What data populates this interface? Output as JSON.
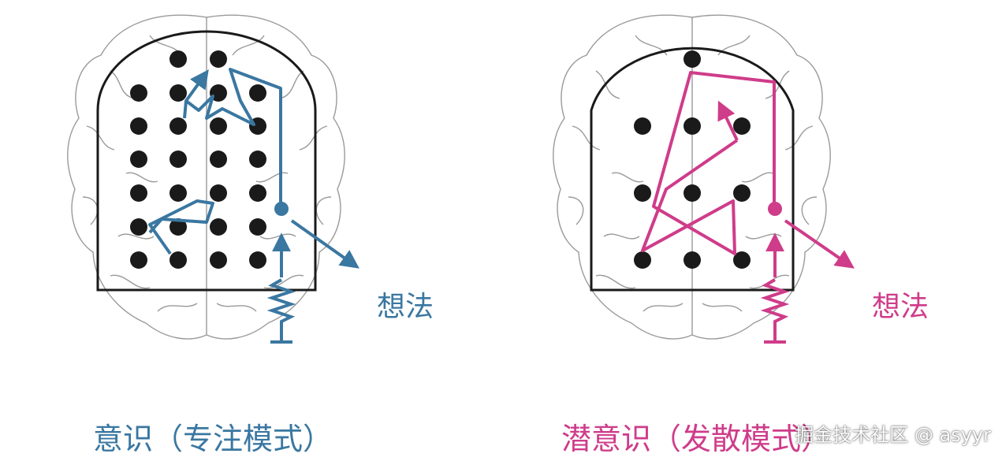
{
  "colors": {
    "focused": "#3a77a1",
    "diffuse": "#cf3c8a",
    "frame": "#1a1a1a",
    "brain_outline": "#999999"
  },
  "focused": {
    "thought_label": "想法",
    "caption": "意识（专注模式）"
  },
  "diffuse": {
    "thought_label": "想法",
    "caption": "潜意识（发散模式）"
  },
  "watermark": "掘金技术社区 @ asyyr"
}
